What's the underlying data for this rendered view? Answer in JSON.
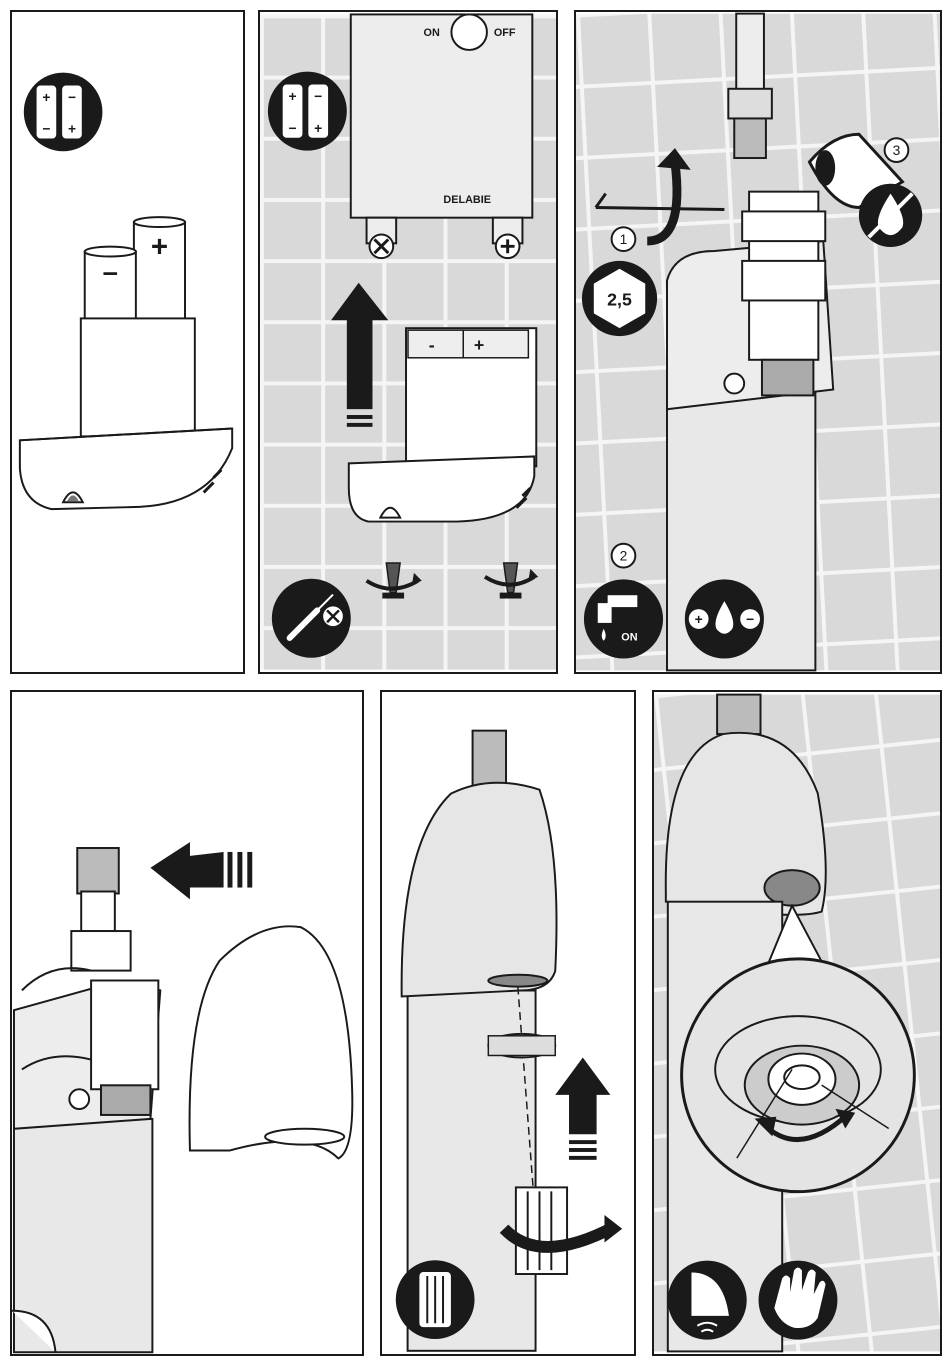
{
  "panels": {
    "p1": {
      "polarity_minus": "–",
      "polarity_plus": "+"
    },
    "p2": {
      "switch_on": "ON",
      "switch_off": "OFF",
      "brand": "DELABIE",
      "polarity_minus": "-",
      "polarity_plus": "+"
    },
    "p3": {
      "step1": "1",
      "step2": "2",
      "step3": "3",
      "hex_size": "2,5",
      "tap_on": "ON"
    }
  },
  "colors": {
    "ink": "#1a1a1a",
    "tile": "#d9d9d9",
    "grout": "#f5f5f5",
    "body": "#ededed",
    "shade": "#c8c8c8"
  },
  "icons": [
    "battery-icon",
    "battery-icon",
    "screwdriver-forbidden-icon",
    "hex-key-icon",
    "eye-icon",
    "no-water-icon",
    "tap-on-icon",
    "flow-adjust-icon",
    "filter-icon",
    "sensor-zone-icon",
    "hand-icon"
  ]
}
